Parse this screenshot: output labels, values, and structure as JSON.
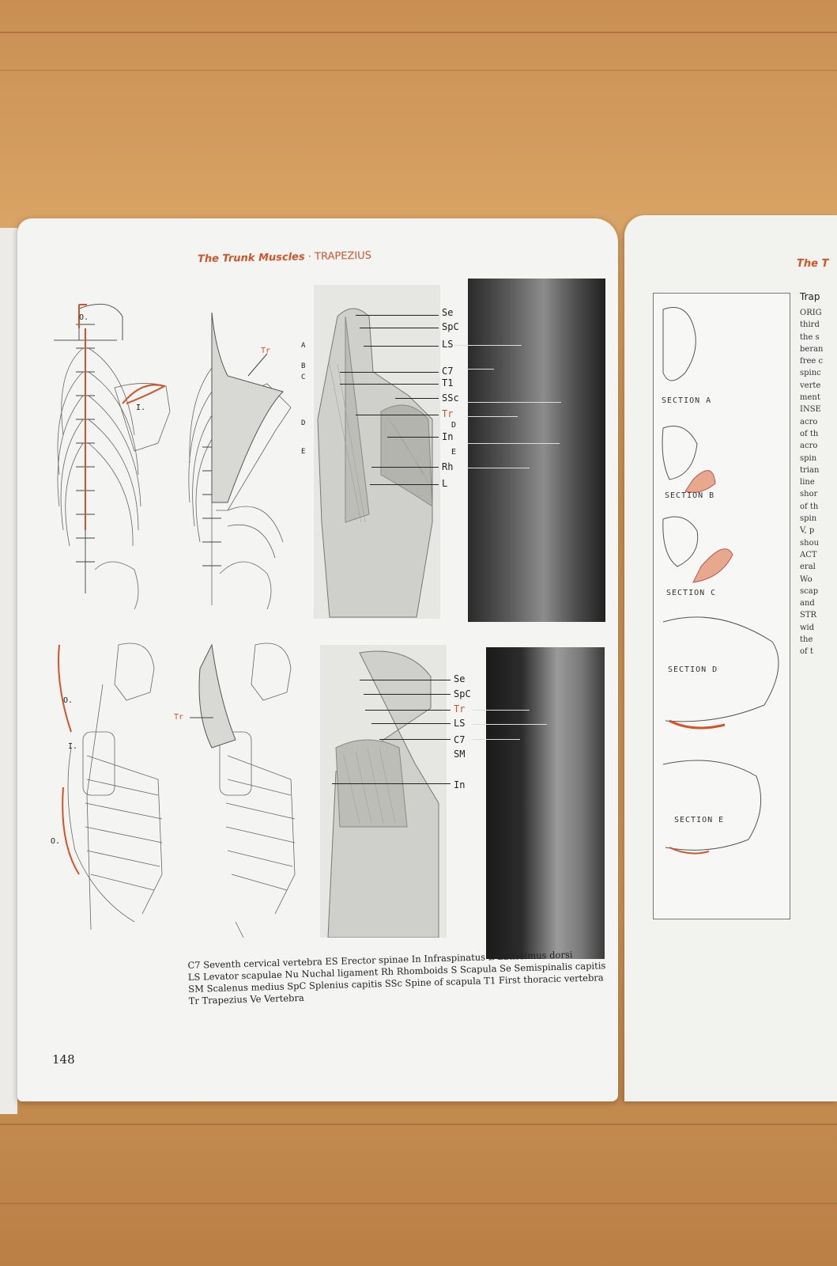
{
  "header": {
    "bold": "The Trunk Muscles",
    "sep": "·",
    "rest": "TRAPEZIUS"
  },
  "page_number": "148",
  "top_labels": {
    "origin": "O.",
    "insertion": "I.",
    "tr": "Tr",
    "sectionLetters": [
      "A",
      "B",
      "C",
      "D",
      "E"
    ]
  },
  "top_right_labels": [
    "Se",
    "SpC",
    "LS",
    "C7",
    "T1",
    "SSc",
    "Tr",
    "D",
    "In",
    "E",
    "Rh",
    "L"
  ],
  "bottom_left_labels": {
    "o1": "O.",
    "i": "I.",
    "o2": "O.",
    "tr": "Tr"
  },
  "bottom_right_labels": [
    "Se",
    "SpC",
    "Tr",
    "LS",
    "C7",
    "SM",
    "In"
  ],
  "legend": [
    "C7 Seventh cervical vertebra   ES Erector spinae   In Infraspinatus   L Latissimus dorsi",
    "LS Levator scapulae   Nu Nuchal ligament   Rh Rhomboids   S Scapula   Se Semispinalis capitis",
    "SM Scalenus medius   SpC Splenius capitis   SSc Spine of scapula   T1 First thoracic vertebra",
    "Tr Trapezius   Ve Vertebra"
  ],
  "right_page": {
    "header": "The T",
    "title": "Trap",
    "sections": [
      "SECTION A",
      "SECTION B",
      "SECTION C",
      "SECTION D",
      "SECTION E"
    ],
    "text_lines": [
      "ORIG",
      "third",
      "the s",
      "beran",
      "free c",
      "spinc",
      "verte",
      "ment",
      "INSE",
      "acro",
      "of th",
      "acro",
      "spin",
      "trian",
      "line",
      "shor",
      "of th",
      "spin",
      "V, p",
      "shou",
      "ACT",
      "eral",
      "Wo",
      "scap",
      "and",
      "STR",
      "wid",
      "the",
      "of t"
    ]
  },
  "colors": {
    "accent": "#d4542a",
    "page": "#f4f4f2",
    "wood": "#d29a5c"
  }
}
